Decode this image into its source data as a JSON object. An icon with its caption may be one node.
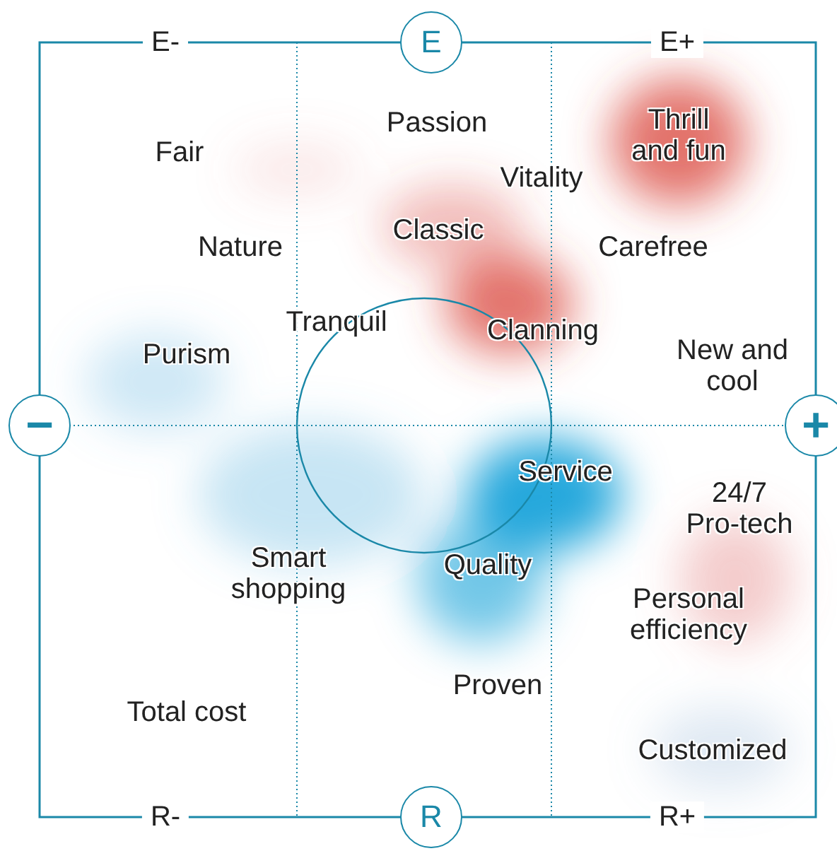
{
  "diagram": {
    "nodes": [
      {
        "text": [
          "E"
        ]
      },
      {
        "text": [
          "−"
        ]
      },
      {
        "text": [
          "+"
        ]
      },
      {
        "text": [
          "R"
        ]
      }
    ],
    "labels": [
      "E-",
      "E+",
      "Passion",
      "Thrill and fun",
      "Fair",
      "Vitality",
      "Classic",
      "Nature",
      "Carefree",
      "Tranquil",
      "Clanning",
      "Purism",
      "New and cool",
      "Service",
      "24/7 Pro-tech",
      "Quality",
      "Smart shopping",
      "Personal efficiency",
      "Proven",
      "Total cost",
      "Customized",
      "R-",
      "R+"
    ]
  }
}
